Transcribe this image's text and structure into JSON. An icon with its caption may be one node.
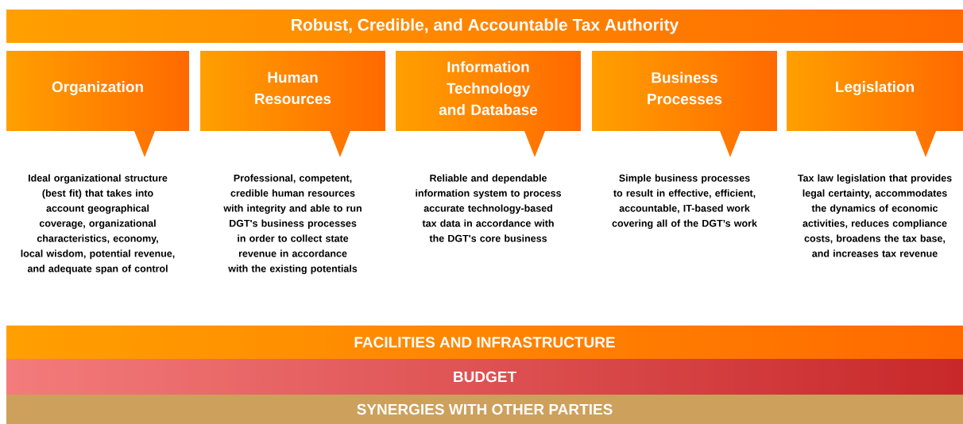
{
  "diagram": {
    "title": "Robust, Credible, and Accountable Tax Authority",
    "nodes": [
      {
        "text": [
          "Organization"
        ]
      },
      {
        "text": [
          "Human Resources"
        ]
      },
      {
        "text": [
          "Information Technology and Database"
        ]
      },
      {
        "text": [
          "Business Processes"
        ]
      },
      {
        "text": [
          "Legislation"
        ]
      },
      {
        "text": [
          "FACILITIES AND INFRASTRUCTURE"
        ]
      },
      {
        "text": [
          "BUDGET"
        ]
      },
      {
        "text": [
          "SYNERGIES WITH OTHER PARTIES"
        ]
      }
    ],
    "edges": [],
    "labels": [
      "Ideal organizational structure (best fit) that takes into account geographical coverage, organizational characteristics, economy, local wisdom, potential revenue, and adequate span of control",
      "Professional, competent, credible human resources with integrity and able to run DGT's business processes in order to collect state revenue in accordance with the existing potentials",
      "Reliable and dependable information system to process accurate technology-based tax data in accordance with the DGT's core business",
      "Simple business processes to result in effective, efficient, accountable, IT-based work covering all of the DGT’s work",
      "Tax law legislation that provides legal certainty, accommodates the dynamics of economic activities, reduces compliance costs, broadens the tax base, and increases tax revenue"
    ]
  }
}
